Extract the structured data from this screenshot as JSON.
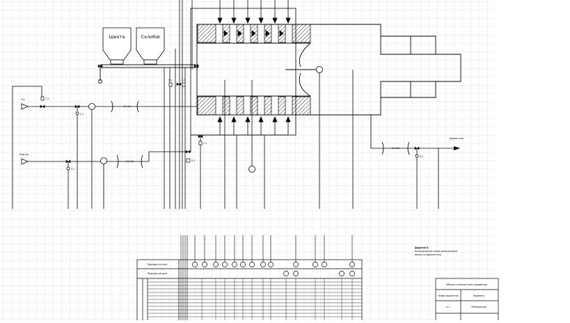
{
  "bunkers": [
    {
      "label": "Шихта"
    },
    {
      "label": "Склобій"
    }
  ],
  "inlets": {
    "gas": "Газ",
    "air": "Повітря",
    "smoke": "Димові гази"
  },
  "pipe_codes": {
    "gas_line": "4.1-4.2",
    "air_line": "3.1-3.2",
    "smoke_line": "6.1-6.2"
  },
  "instrument_tags": {
    "gas_valve": "1-1",
    "gas_reg": "2-1",
    "air_reg": "3-1",
    "bunker_valve": "5-1",
    "burner": "7-1",
    "smoke_reg": "6-1",
    "top_left": "4-1",
    "top_right": "4-3"
  },
  "table": {
    "row1": "Прилади на місці",
    "row2": "Прилади на щиті"
  },
  "notes": {
    "title": "Додаток А",
    "line1": "Функціональна схема автоматизації",
    "line2": "ванної скловарної печі"
  },
  "title_block": {
    "header": "Таблиця технологічних параметрів",
    "col1": "Назва параметра",
    "col2": "Параметр",
    "cell1": "- 4.1 -",
    "cell2": "Температура"
  }
}
